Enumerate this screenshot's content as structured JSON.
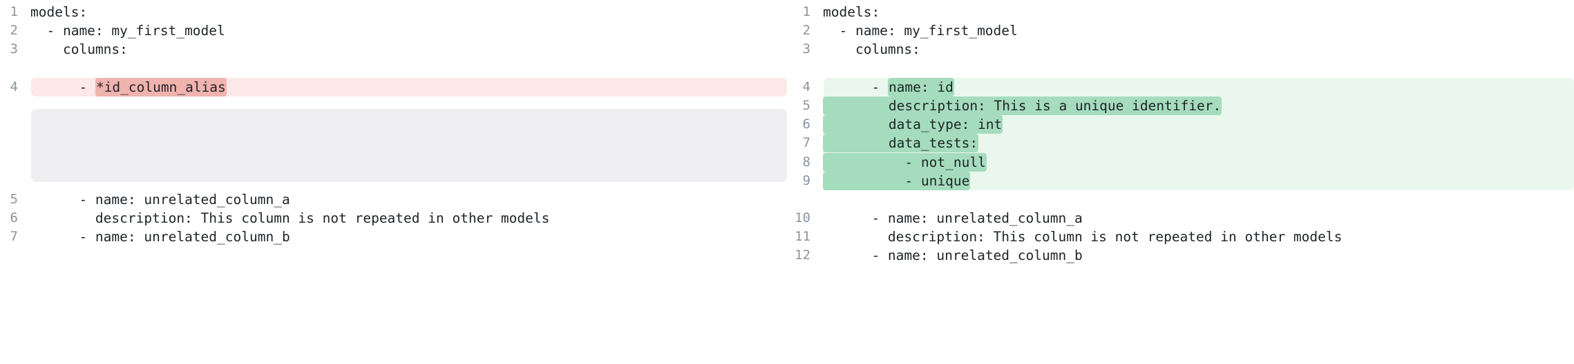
{
  "view": {
    "type": "side-by-side-diff",
    "language": "yaml",
    "colors": {
      "deleted_row_bg": "#fce8e6",
      "deleted_word_bg": "#f0b3ae",
      "added_row_bg": "#e9f7ee",
      "added_word_bg": "#a5dcbd",
      "filler_bg": "#eeeef0",
      "gutter_text": "#8b949e",
      "code_text": "#1f2328",
      "page_bg": "#ffffff"
    }
  },
  "left_pane": {
    "lines": [
      {
        "num": "1",
        "indent": "",
        "text": "models:",
        "hl": "",
        "tail": "",
        "state": "context"
      },
      {
        "num": "2",
        "indent": "  ",
        "text": "- name: my_first_model",
        "hl": "",
        "tail": "",
        "state": "context"
      },
      {
        "num": "3",
        "indent": "    ",
        "text": "columns:",
        "hl": "",
        "tail": "",
        "state": "context"
      },
      {
        "num": "4",
        "indent": "      ",
        "text": "- ",
        "hl": "*id_column_alias",
        "tail": "",
        "state": "deleted"
      },
      {
        "num": "5",
        "indent": "      ",
        "text": "- name: unrelated_column_a",
        "hl": "",
        "tail": "",
        "state": "context"
      },
      {
        "num": "6",
        "indent": "        ",
        "text": "description: This column is not repeated in other models",
        "hl": "",
        "tail": "",
        "state": "context"
      },
      {
        "num": "7",
        "indent": "      ",
        "text": "- name: unrelated_column_b",
        "hl": "",
        "tail": "",
        "state": "context"
      }
    ]
  },
  "right_pane": {
    "lines": [
      {
        "num": "1",
        "indent": "",
        "text": "models:",
        "hl": "",
        "tail": "",
        "state": "context"
      },
      {
        "num": "2",
        "indent": "  ",
        "text": "- name: my_first_model",
        "hl": "",
        "tail": "",
        "state": "context"
      },
      {
        "num": "3",
        "indent": "    ",
        "text": "columns:",
        "hl": "",
        "tail": "",
        "state": "context"
      },
      {
        "num": "4",
        "indent": "      ",
        "text": "- ",
        "hl": "name: id",
        "tail": "",
        "state": "added"
      },
      {
        "num": "5",
        "indent": "",
        "text": "",
        "hl": "        description: This is a unique identifier.",
        "tail": "",
        "state": "added"
      },
      {
        "num": "6",
        "indent": "",
        "text": "",
        "hl": "        data_type: int",
        "tail": "",
        "state": "added"
      },
      {
        "num": "7",
        "indent": "",
        "text": "",
        "hl": "        data_tests:",
        "tail": "",
        "state": "added"
      },
      {
        "num": "8",
        "indent": "",
        "text": "",
        "hl": "          - not_null",
        "tail": "",
        "state": "added"
      },
      {
        "num": "9",
        "indent": "",
        "text": "",
        "hl": "          - unique",
        "tail": "",
        "state": "added"
      },
      {
        "num": "10",
        "indent": "      ",
        "text": "- name: unrelated_column_a",
        "hl": "",
        "tail": "",
        "state": "context"
      },
      {
        "num": "11",
        "indent": "        ",
        "text": "description: This column is not repeated in other models",
        "hl": "",
        "tail": "",
        "state": "context"
      },
      {
        "num": "12",
        "indent": "      ",
        "text": "- name: unrelated_column_b",
        "hl": "",
        "tail": "",
        "state": "context"
      }
    ]
  }
}
